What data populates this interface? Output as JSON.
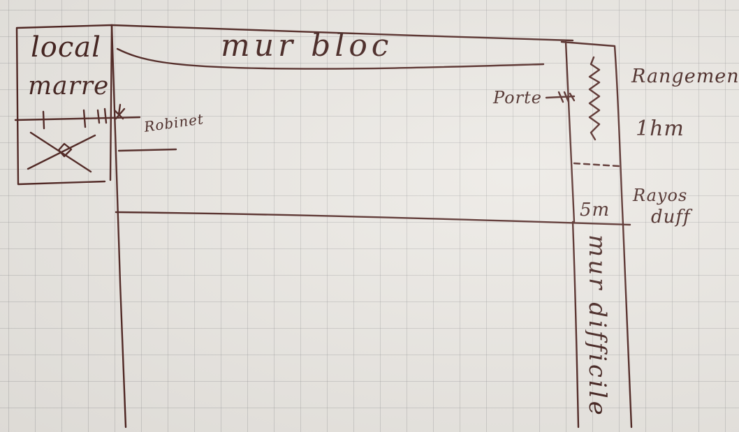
{
  "room": {
    "line1": "local",
    "line2": "marre",
    "tap": "Robinet"
  },
  "wall_bloc": "mur bloc",
  "door": "Porte",
  "annex": {
    "fill": "Rangement",
    "depth_top": "1hm",
    "depth_bottom": "5m",
    "floor": "Rayos",
    "floor_2": "duff"
  },
  "wall_difficult": "mur difficile",
  "colors": {
    "ink": "#4a1e1a",
    "paper": "#ebe8e3",
    "grid": "#a9a6a1"
  }
}
